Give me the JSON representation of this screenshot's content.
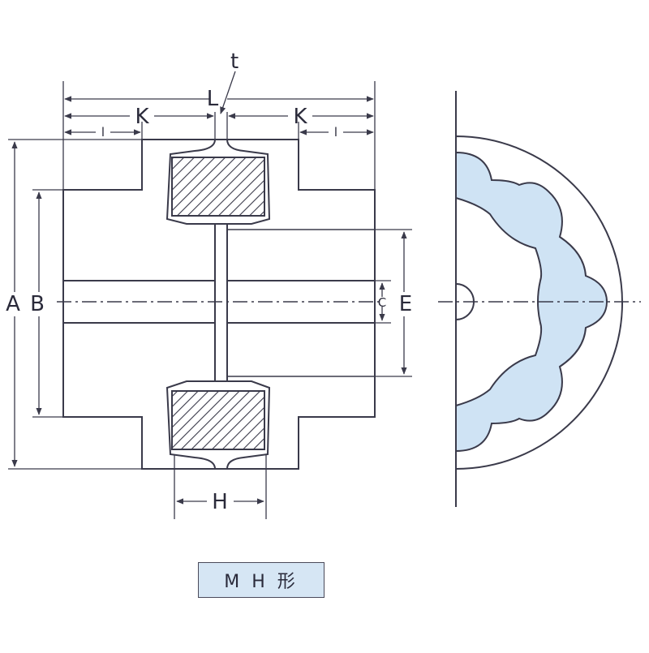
{
  "labels": {
    "t": "t",
    "L": "L",
    "K_left": "K",
    "K_right": "K",
    "l_left": "l",
    "l_right": "l",
    "A": "A",
    "B": "B",
    "C": "C",
    "E": "E",
    "H": "H"
  },
  "badge": {
    "text": "M H 形"
  },
  "colors": {
    "line": "#3a3a4a",
    "fill_blue": "#cfe3f4",
    "badge_bg": "#d6e6f4"
  }
}
